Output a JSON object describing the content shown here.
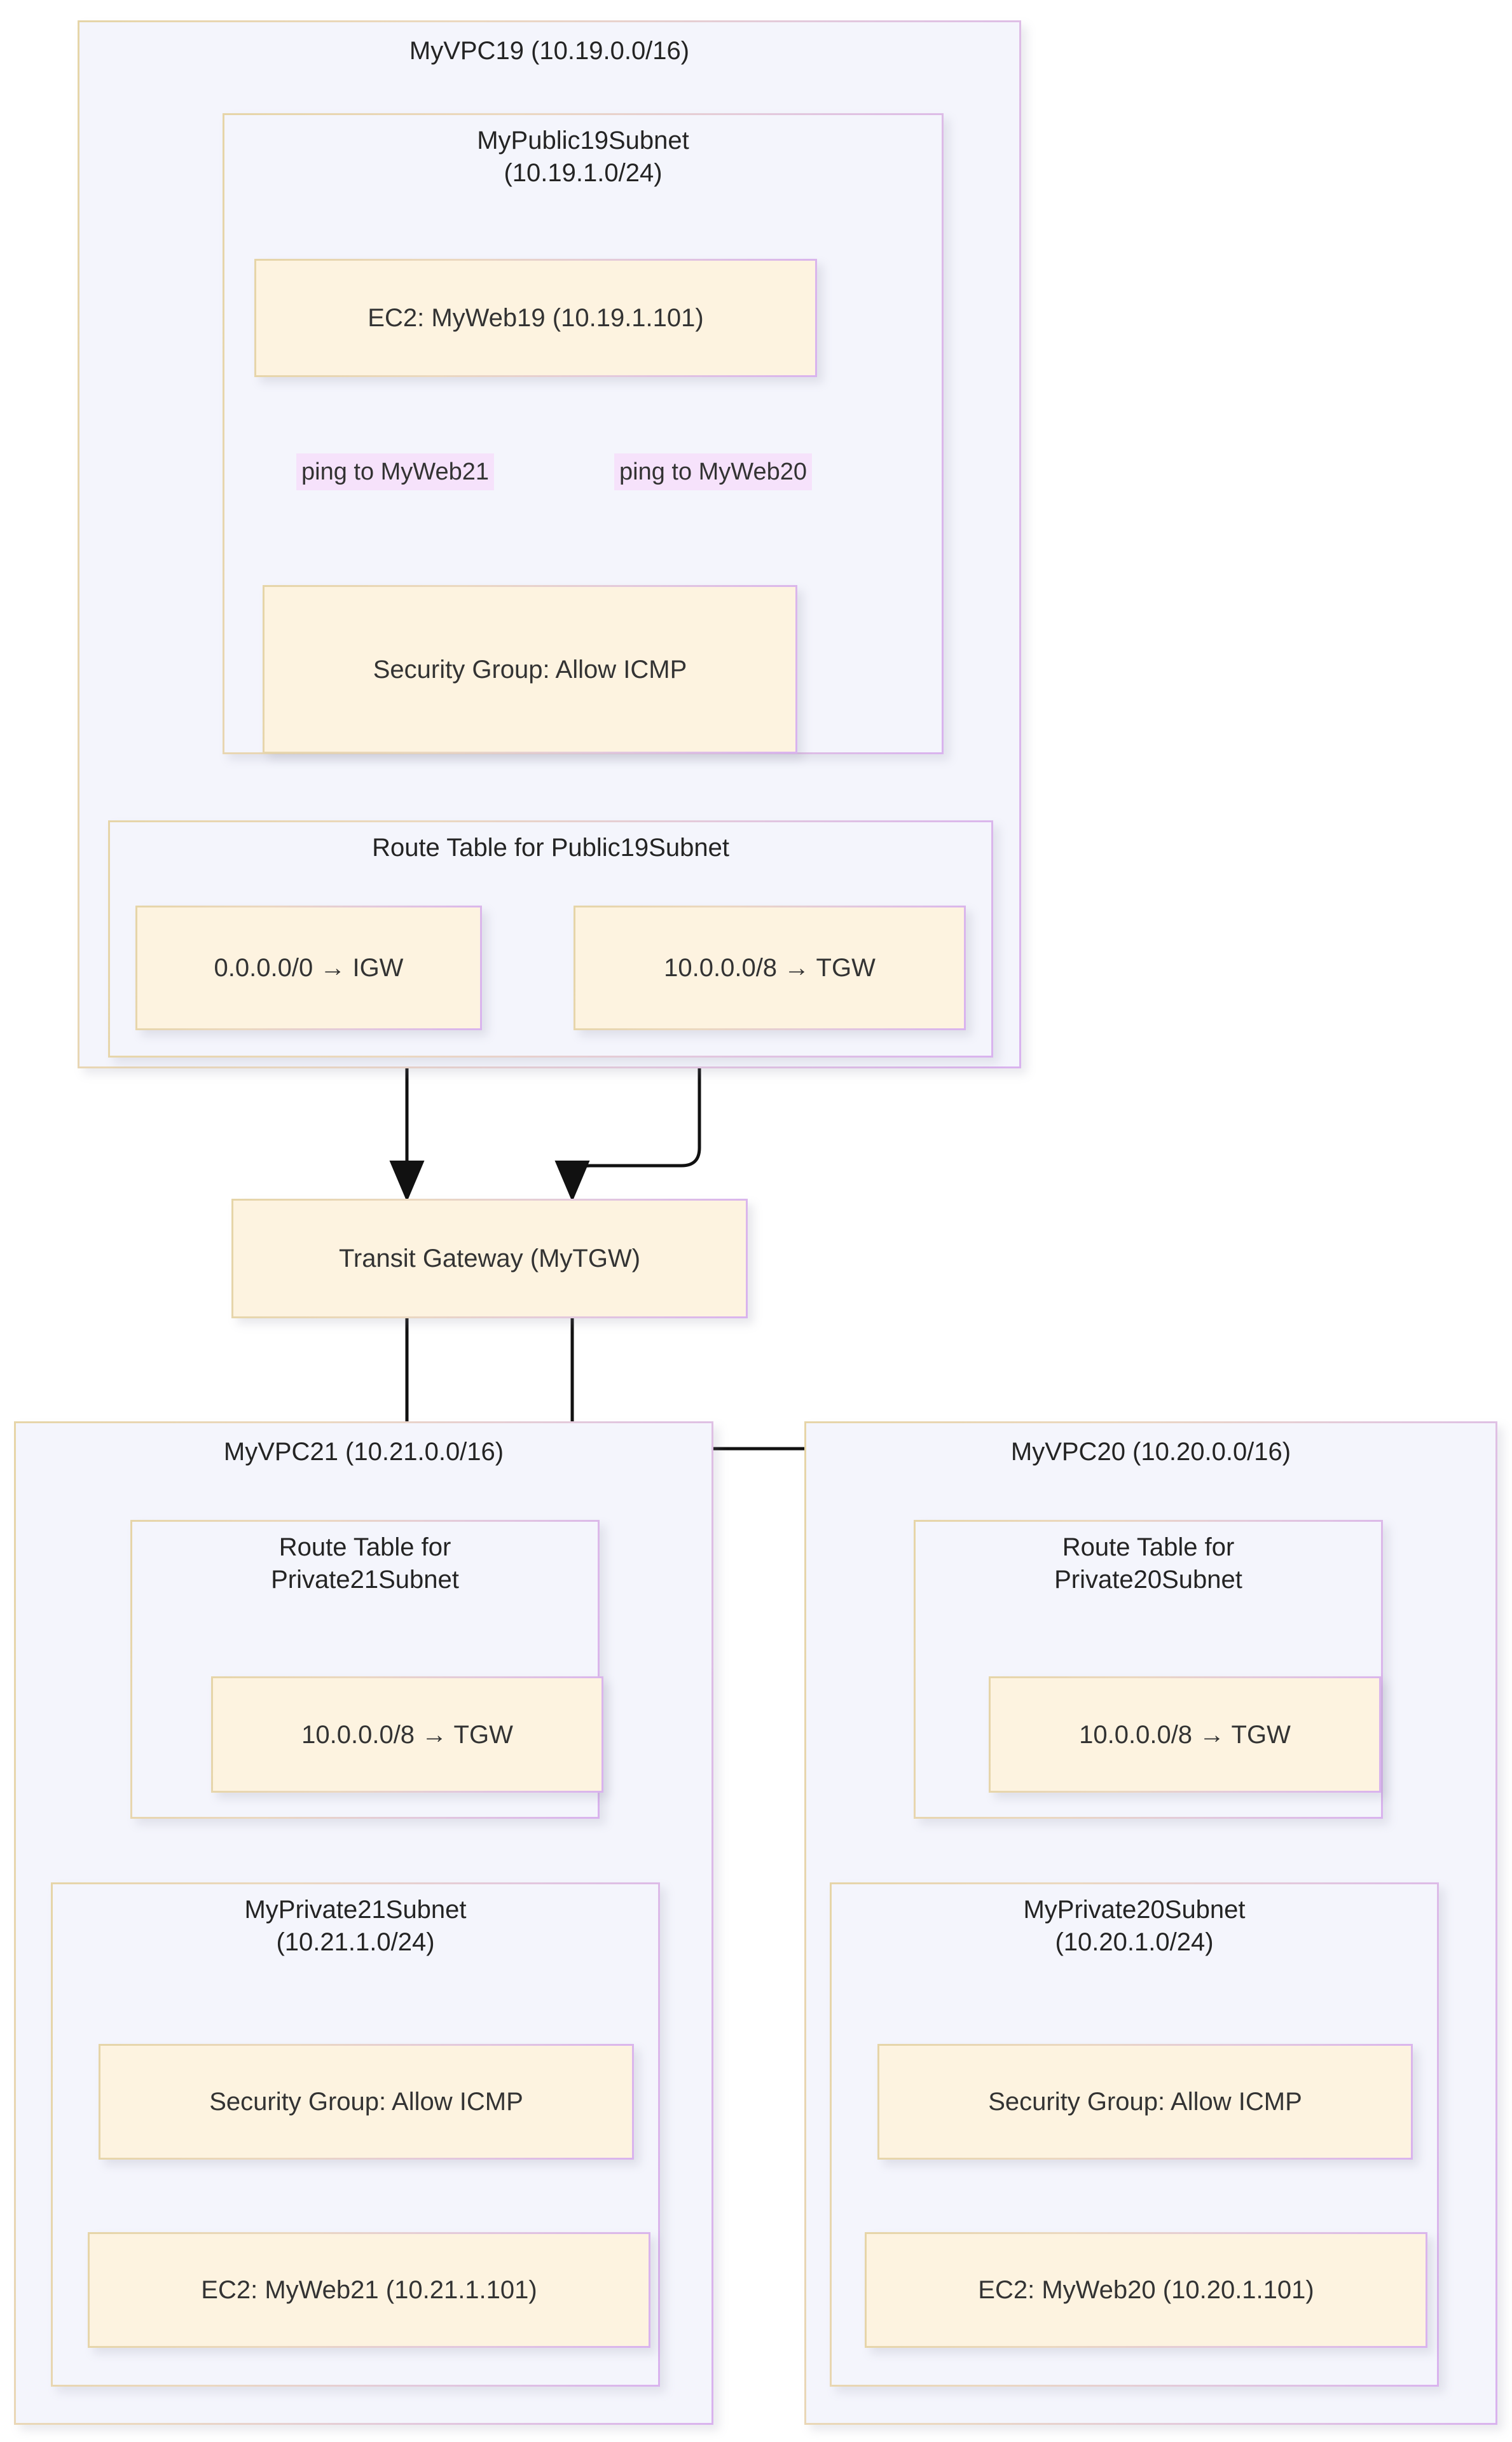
{
  "diagram": {
    "type": "aws-vpc-transit-gateway-architecture",
    "colors": {
      "node_fill": "#FDF3E0",
      "cluster_fill": "#F4F5FC",
      "border_start": "#E6D5A8",
      "border_end": "#D9B3EE",
      "edge_label_fill": "#F6E2FB",
      "edge_stroke": "#111111",
      "text": "#333333"
    }
  },
  "clusters": {
    "vpc19": {
      "title": "MyVPC19 (10.19.0.0/16)"
    },
    "public19": {
      "title": "MyPublic19Subnet\n(10.19.1.0/24)"
    },
    "rt_public19": {
      "title": "Route Table for Public19Subnet"
    },
    "vpc21": {
      "title": "MyVPC21 (10.21.0.0/16)"
    },
    "rt_private21": {
      "title": "Route Table for\nPrivate21Subnet"
    },
    "private21": {
      "title": "MyPrivate21Subnet\n(10.21.1.0/24)"
    },
    "vpc20": {
      "title": "MyVPC20 (10.20.0.0/16)"
    },
    "rt_private20": {
      "title": "Route Table for\nPrivate20Subnet"
    },
    "private20": {
      "title": "MyPrivate20Subnet\n(10.20.1.0/24)"
    }
  },
  "nodes": {
    "ec2_web19": {
      "label": "EC2: MyWeb19 (10.19.1.101)"
    },
    "sg_19": {
      "label": "Security Group: Allow ICMP"
    },
    "route_igw": {
      "label": "0.0.0.0/0 → IGW"
    },
    "route_tgw19": {
      "label": "10.0.0.0/8 → TGW"
    },
    "tgw": {
      "label": "Transit Gateway (MyTGW)"
    },
    "route_tgw21": {
      "label": "10.0.0.0/8 → TGW"
    },
    "sg_21": {
      "label": "Security Group: Allow ICMP"
    },
    "ec2_web21": {
      "label": "EC2: MyWeb21 (10.21.1.101)"
    },
    "route_tgw20": {
      "label": "10.0.0.0/8 → TGW"
    },
    "sg_20": {
      "label": "Security Group: Allow ICMP"
    },
    "ec2_web20": {
      "label": "EC2: MyWeb20 (10.20.1.101)"
    }
  },
  "edge_labels": {
    "ping21": "ping to MyWeb21",
    "ping20": "ping to MyWeb20"
  },
  "edges": [
    {
      "from": "ec2_web19",
      "to": "sg_19",
      "label": "ping to MyWeb21"
    },
    {
      "from": "ec2_web19",
      "to": "sg_19",
      "label": "ping to MyWeb20"
    },
    {
      "from": "sg_19",
      "to": "route_igw",
      "label": ""
    },
    {
      "from": "sg_19",
      "to": "route_tgw19",
      "label": ""
    },
    {
      "from": "route_igw",
      "to": "tgw",
      "label": ""
    },
    {
      "from": "route_tgw19",
      "to": "tgw",
      "label": ""
    },
    {
      "from": "tgw",
      "to": "rt_private21",
      "label": ""
    },
    {
      "from": "tgw",
      "to": "rt_private20",
      "label": ""
    },
    {
      "from": "route_tgw21",
      "to": "private21",
      "label": ""
    },
    {
      "from": "sg_21",
      "to": "ec2_web21",
      "label": ""
    },
    {
      "from": "route_tgw20",
      "to": "private20",
      "label": ""
    },
    {
      "from": "sg_20",
      "to": "ec2_web20",
      "label": ""
    }
  ]
}
